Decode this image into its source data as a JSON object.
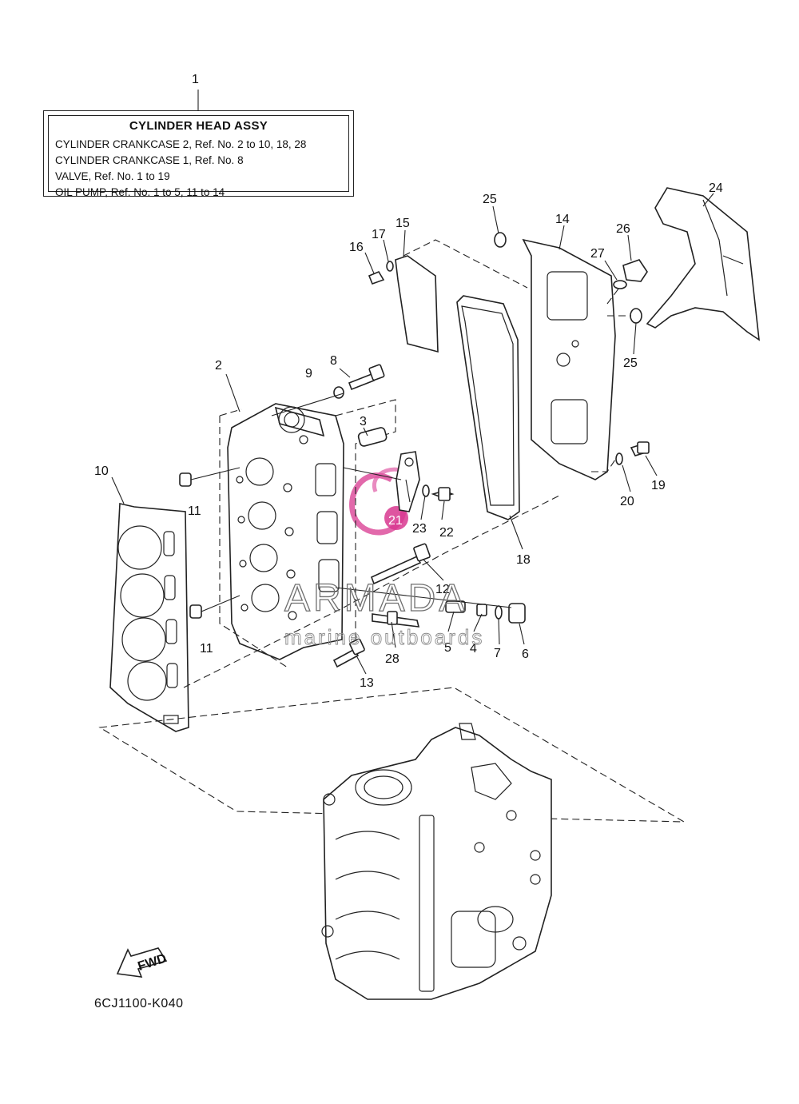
{
  "legend": {
    "title": "CYLINDER HEAD ASSY",
    "lines": [
      "CYLINDER CRANKCASE 2,  Ref. No. 2 to 10, 18, 28",
      "CYLINDER CRANKCASE 1,  Ref. No. 8",
      "VALVE,  Ref. No. 1 to 19",
      "OIL PUMP,  Ref. No. 1 to 5, 11 to 14"
    ]
  },
  "callouts": {
    "c1": "1",
    "c2": "2",
    "c3": "3",
    "c4": "4",
    "c5": "5",
    "c6": "6",
    "c7": "7",
    "c8": "8",
    "c9": "9",
    "c10": "10",
    "c11a": "11",
    "c11b": "11",
    "c12": "12",
    "c13": "13",
    "c14": "14",
    "c15": "15",
    "c16": "16",
    "c17": "17",
    "c18": "18",
    "c19": "19",
    "c20": "20",
    "c21": "21",
    "c22": "22",
    "c23": "23",
    "c24": "24",
    "c25a": "25",
    "c25b": "25",
    "c26": "26",
    "c27": "27",
    "c28": "28"
  },
  "watermark": {
    "brand": "ARMADA",
    "tagline": "marine outboards",
    "accent_color": "#d8378f"
  },
  "arrow_label": "FWD",
  "diagram_code": "6CJ1100-K040"
}
